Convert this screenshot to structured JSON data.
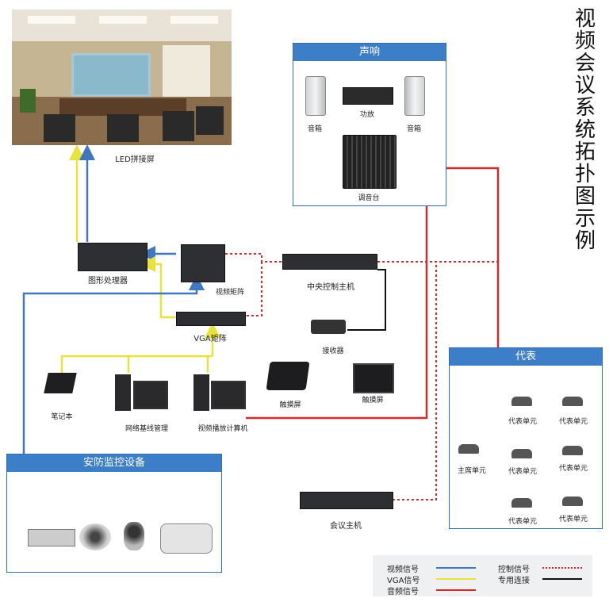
{
  "title": "视频会议系统拓扑图示例",
  "screen": {
    "label": "LED拼接屏"
  },
  "audio_panel": {
    "header": "声响",
    "speaker_left": "音箱",
    "amplifier": "功放",
    "speaker_right": "音箱",
    "mixer": "调音台"
  },
  "graphics_processor": {
    "label": "图形处理器"
  },
  "video_matrix": {
    "label": "视频矩阵"
  },
  "vga_matrix": {
    "label": "VGA矩阵"
  },
  "central_control": {
    "label": "中央控制主机"
  },
  "receiver": {
    "label": "接收器"
  },
  "touchscreen_1": {
    "label": "触摸屏"
  },
  "touchscreen_2": {
    "label": "触摸屏"
  },
  "laptop": {
    "label": "笔记本"
  },
  "network_pc": {
    "label": "网络基线管理"
  },
  "video_pc": {
    "label": "视频播放计算机"
  },
  "security_panel": {
    "header": "安防监控设备"
  },
  "conference_host": {
    "label": "会议主机"
  },
  "delegate_panel": {
    "header": "代表",
    "chairman": "主席单元",
    "units": [
      "代表单元",
      "代表单元",
      "代表单元",
      "代表单元",
      "代表单元",
      "代表单元"
    ]
  },
  "legend": {
    "video": "视频信号",
    "vga": "VGA信号",
    "audio": "音频信号",
    "control": "控制信号",
    "dedicated": "专用连接"
  },
  "colors": {
    "video": "#3f78c0",
    "vga": "#e8e23a",
    "audio": "#d22b2b",
    "control": "#d22b2b",
    "dedicated": "#111111",
    "panel_header": "#3d7ec9"
  }
}
